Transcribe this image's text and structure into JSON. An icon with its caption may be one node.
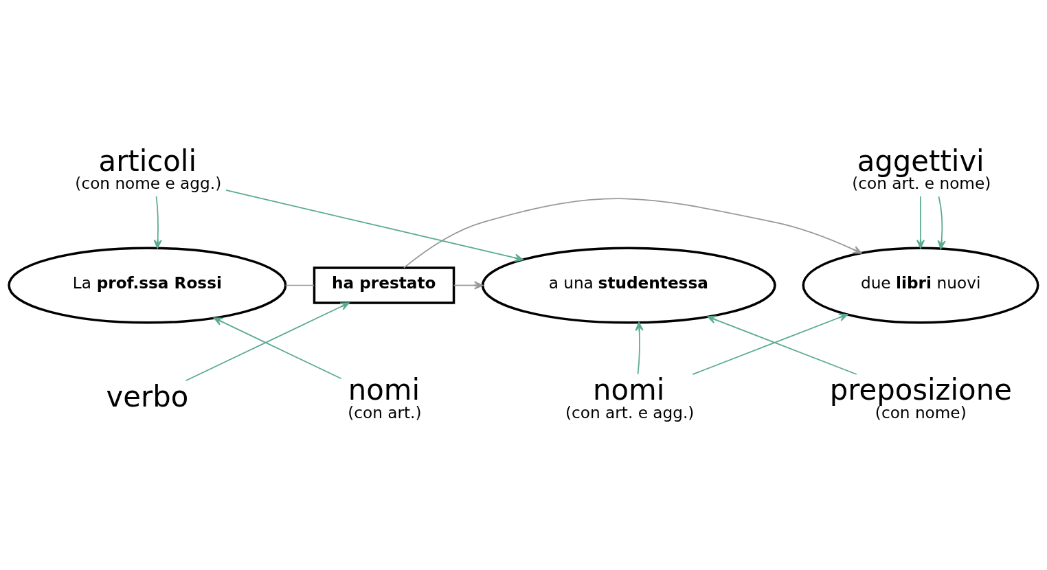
{
  "diagram": {
    "nodes": [
      {
        "text": [
          "La **prof.ssa Rossi**"
        ]
      },
      {
        "text": [
          "ha prestato"
        ]
      },
      {
        "text": [
          "due **libri** nuovi"
        ]
      },
      {
        "text": [
          "a una **studentessa**"
        ]
      },
      {
        "text": [
          "articoli",
          "(con nome e agg.)"
        ]
      },
      {
        "text": [
          "aggettivi",
          "(con art. e nome)"
        ]
      },
      {
        "text": [
          "verbo"
        ]
      },
      {
        "text": [
          "nomi",
          "(con art.)"
        ]
      },
      {
        "text": [
          "preposizione",
          "(con nome)"
        ]
      },
      {
        "text": [
          "nomi",
          "(con art. e agg.)"
        ]
      }
    ],
    "edges": [
      {
        "from": 0,
        "to": 1,
        "arrow": "none",
        "color": "#999999"
      },
      {
        "from": 1,
        "to": 2,
        "arrow": "to",
        "color": "#999999"
      },
      {
        "from": 1,
        "to": 3,
        "arrow": "to",
        "color": "#999999"
      },
      {
        "from": 4,
        "to": 0,
        "arrow": "to"
      },
      {
        "from": 4,
        "to": 3,
        "arrow": "to"
      },
      {
        "from": 5,
        "to": 2,
        "arrow": "to"
      },
      {
        "from": 5,
        "to": 2,
        "arrow": "to"
      },
      {
        "from": 6,
        "to": 1,
        "arrow": "to"
      },
      {
        "from": 7,
        "to": 0,
        "arrow": "to"
      },
      {
        "from": 8,
        "to": 3,
        "arrow": "to"
      },
      {
        "from": 9,
        "to": 2,
        "arrow": "to"
      },
      {
        "from": 9,
        "to": 3,
        "arrow": "to"
      }
    ]
  }
}
